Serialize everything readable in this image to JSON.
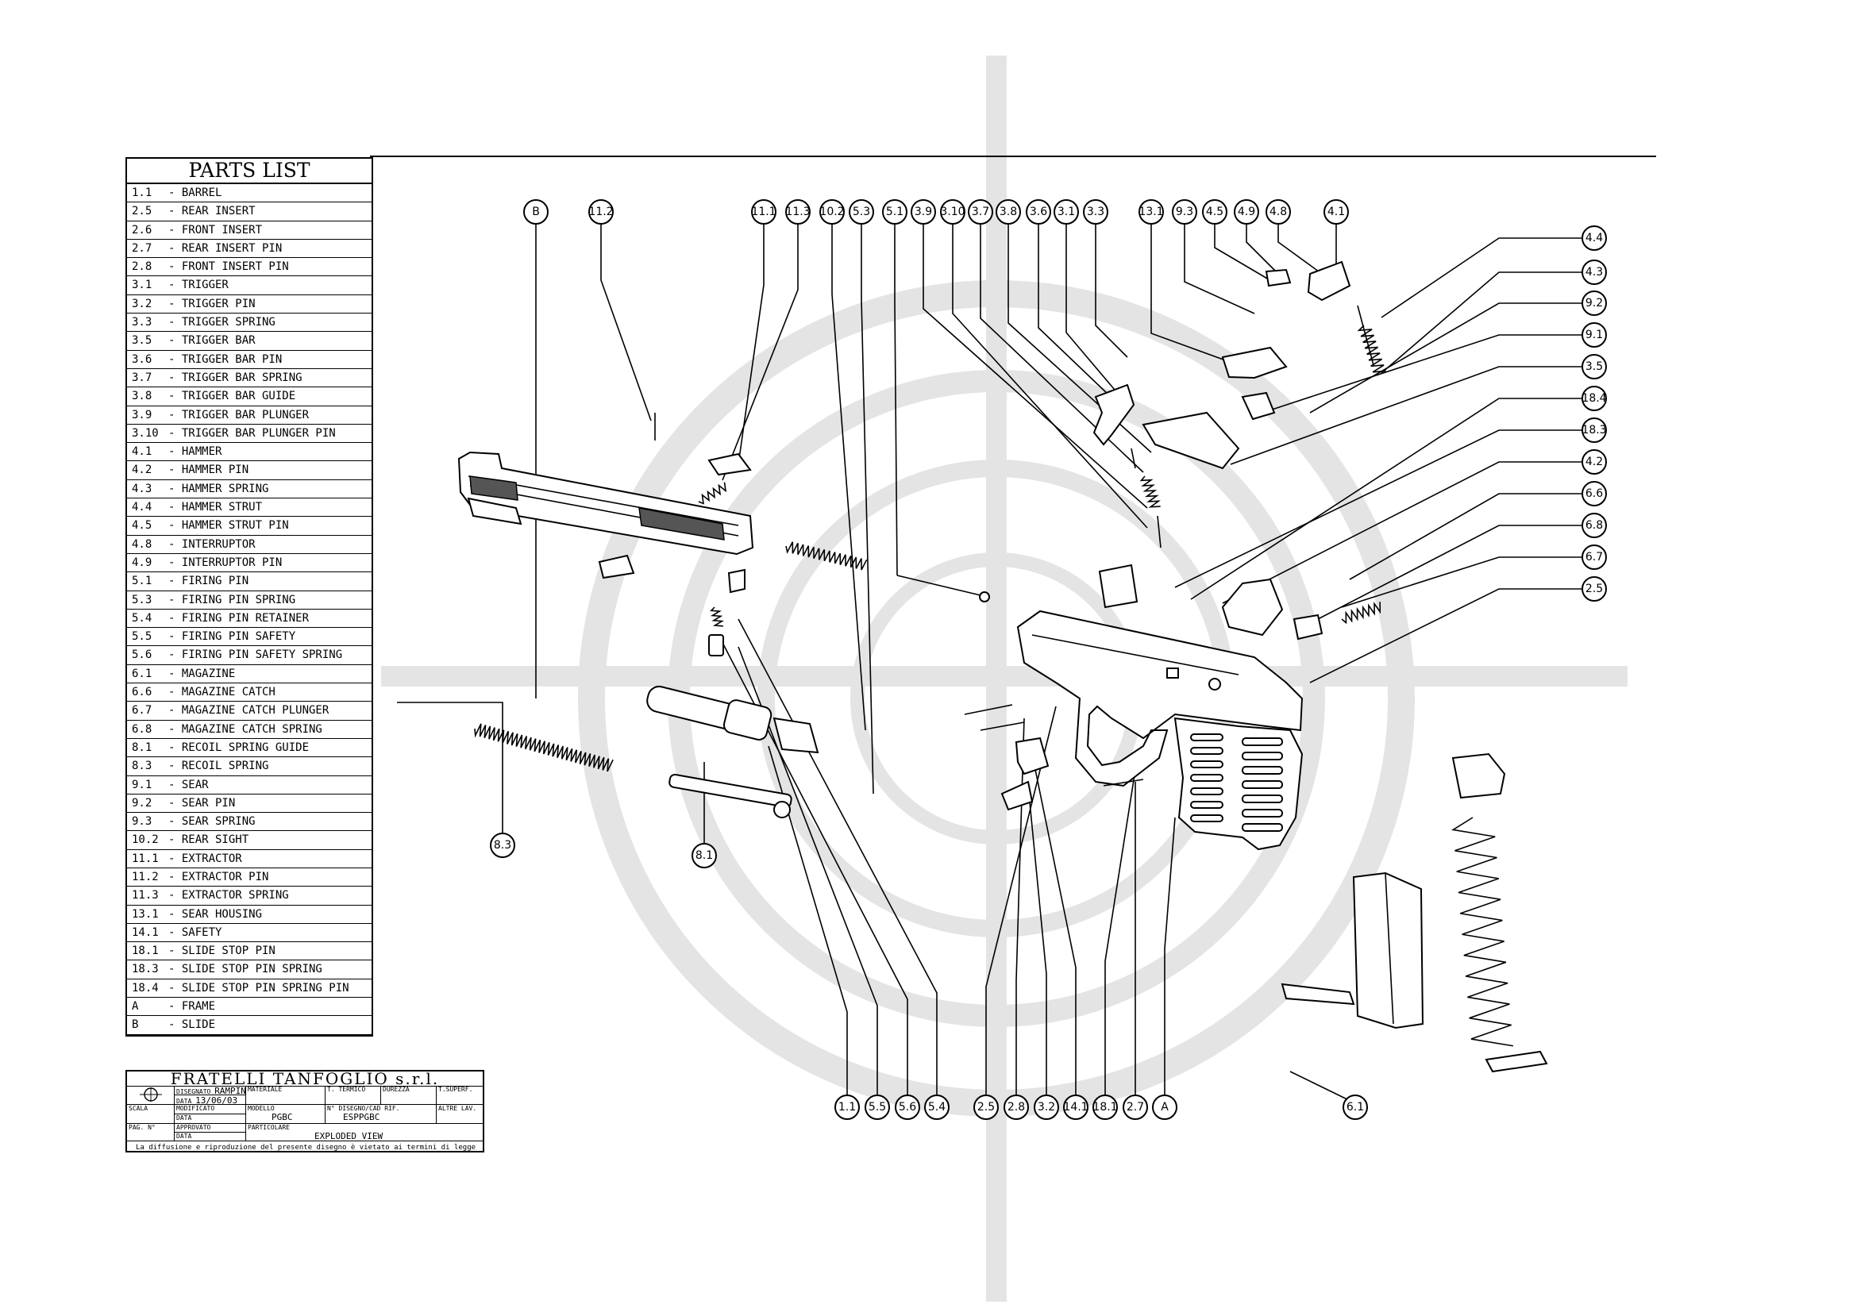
{
  "parts_list": {
    "title": "PARTS LIST",
    "items": [
      {
        "code": "1.1",
        "name": "BARREL"
      },
      {
        "code": "2.5",
        "name": "REAR INSERT"
      },
      {
        "code": "2.6",
        "name": "FRONT INSERT"
      },
      {
        "code": "2.7",
        "name": "REAR INSERT PIN"
      },
      {
        "code": "2.8",
        "name": "FRONT INSERT PIN"
      },
      {
        "code": "3.1",
        "name": "TRIGGER"
      },
      {
        "code": "3.2",
        "name": "TRIGGER PIN"
      },
      {
        "code": "3.3",
        "name": "TRIGGER SPRING"
      },
      {
        "code": "3.5",
        "name": "TRIGGER BAR"
      },
      {
        "code": "3.6",
        "name": "TRIGGER BAR PIN"
      },
      {
        "code": "3.7",
        "name": "TRIGGER BAR SPRING"
      },
      {
        "code": "3.8",
        "name": "TRIGGER BAR GUIDE"
      },
      {
        "code": "3.9",
        "name": "TRIGGER BAR PLUNGER"
      },
      {
        "code": "3.10",
        "name": "TRIGGER BAR PLUNGER PIN"
      },
      {
        "code": "4.1",
        "name": "HAMMER"
      },
      {
        "code": "4.2",
        "name": "HAMMER PIN"
      },
      {
        "code": "4.3",
        "name": "HAMMER SPRING"
      },
      {
        "code": "4.4",
        "name": "HAMMER STRUT"
      },
      {
        "code": "4.5",
        "name": "HAMMER STRUT PIN"
      },
      {
        "code": "4.8",
        "name": "INTERRUPTOR"
      },
      {
        "code": "4.9",
        "name": "INTERRUPTOR PIN"
      },
      {
        "code": "5.1",
        "name": "FIRING PIN"
      },
      {
        "code": "5.3",
        "name": "FIRING PIN SPRING"
      },
      {
        "code": "5.4",
        "name": "FIRING PIN RETAINER"
      },
      {
        "code": "5.5",
        "name": "FIRING PIN SAFETY"
      },
      {
        "code": "5.6",
        "name": "FIRING PIN SAFETY SPRING"
      },
      {
        "code": "6.1",
        "name": "MAGAZINE"
      },
      {
        "code": "6.6",
        "name": "MAGAZINE CATCH"
      },
      {
        "code": "6.7",
        "name": "MAGAZINE CATCH PLUNGER"
      },
      {
        "code": "6.8",
        "name": "MAGAZINE CATCH SPRING"
      },
      {
        "code": "8.1",
        "name": "RECOIL SPRING GUIDE"
      },
      {
        "code": "8.3",
        "name": "RECOIL SPRING"
      },
      {
        "code": "9.1",
        "name": "SEAR"
      },
      {
        "code": "9.2",
        "name": "SEAR PIN"
      },
      {
        "code": "9.3",
        "name": "SEAR SPRING"
      },
      {
        "code": "10.2",
        "name": "REAR SIGHT"
      },
      {
        "code": "11.1",
        "name": "EXTRACTOR"
      },
      {
        "code": "11.2",
        "name": "EXTRACTOR PIN"
      },
      {
        "code": "11.3",
        "name": "EXTRACTOR SPRING"
      },
      {
        "code": "13.1",
        "name": "SEAR HOUSING"
      },
      {
        "code": "14.1",
        "name": "SAFETY"
      },
      {
        "code": "18.1",
        "name": "SLIDE STOP PIN"
      },
      {
        "code": "18.3",
        "name": "SLIDE STOP PIN SPRING"
      },
      {
        "code": "18.4",
        "name": "SLIDE STOP PIN SPRING PIN"
      },
      {
        "code": "A",
        "name": "FRAME"
      },
      {
        "code": "B",
        "name": "SLIDE"
      }
    ]
  },
  "title_block": {
    "company": "FRATELLI TANFOGLIO s.r.l.",
    "disegnato_label": "DISEGNATO",
    "disegnato_value": "RAMPINI",
    "data_label": "DATA",
    "data_value": "13/06/03",
    "materiale_label": "MATERIALE",
    "trattamento_label": "T. TERMICO",
    "durezza_label": "DUREZZA",
    "tsuperf_label": "T.SUPERF.",
    "scala_label": "SCALA",
    "modificato_label": "MODIFICATO",
    "data2_label": "DATA",
    "modello_label": "MODELLO",
    "modello_value": "PGBC",
    "ndisegno_label": "N° DISEGNO/CAD RIF.",
    "ndisegno_value": "ESPPGBC",
    "altre_label": "ALTRE LAV.",
    "pag_label": "PAG. N°",
    "approvato_label": "APPROVATO",
    "data3_label": "DATA",
    "particolare_label": "PARTICOLARE",
    "particolare_value": "EXPLODED VIEW",
    "disclaimer": "La diffusione e riproduzione del presente disegno è vietato ai termini di legge"
  },
  "callouts": {
    "top": [
      "B",
      "11.2",
      "11.1",
      "11.3",
      "10.2",
      "5.3",
      "5.1",
      "3.9",
      "3.10",
      "3.7",
      "3.8",
      "3.6",
      "3.1",
      "3.3",
      "13.1",
      "9.3",
      "4.5",
      "4.9",
      "4.8",
      "4.1"
    ],
    "right": [
      "4.4",
      "4.3",
      "9.2",
      "9.1",
      "3.5",
      "18.4",
      "18.3",
      "4.2",
      "6.6",
      "6.8",
      "6.7",
      "2.5"
    ],
    "bottom": [
      "1.1",
      "5.5",
      "5.6",
      "5.4",
      "2.5",
      "2.8",
      "3.2",
      "14.1",
      "18.1",
      "2.7",
      "A",
      "6.1"
    ],
    "left": [
      "8.3",
      "8.1"
    ]
  }
}
